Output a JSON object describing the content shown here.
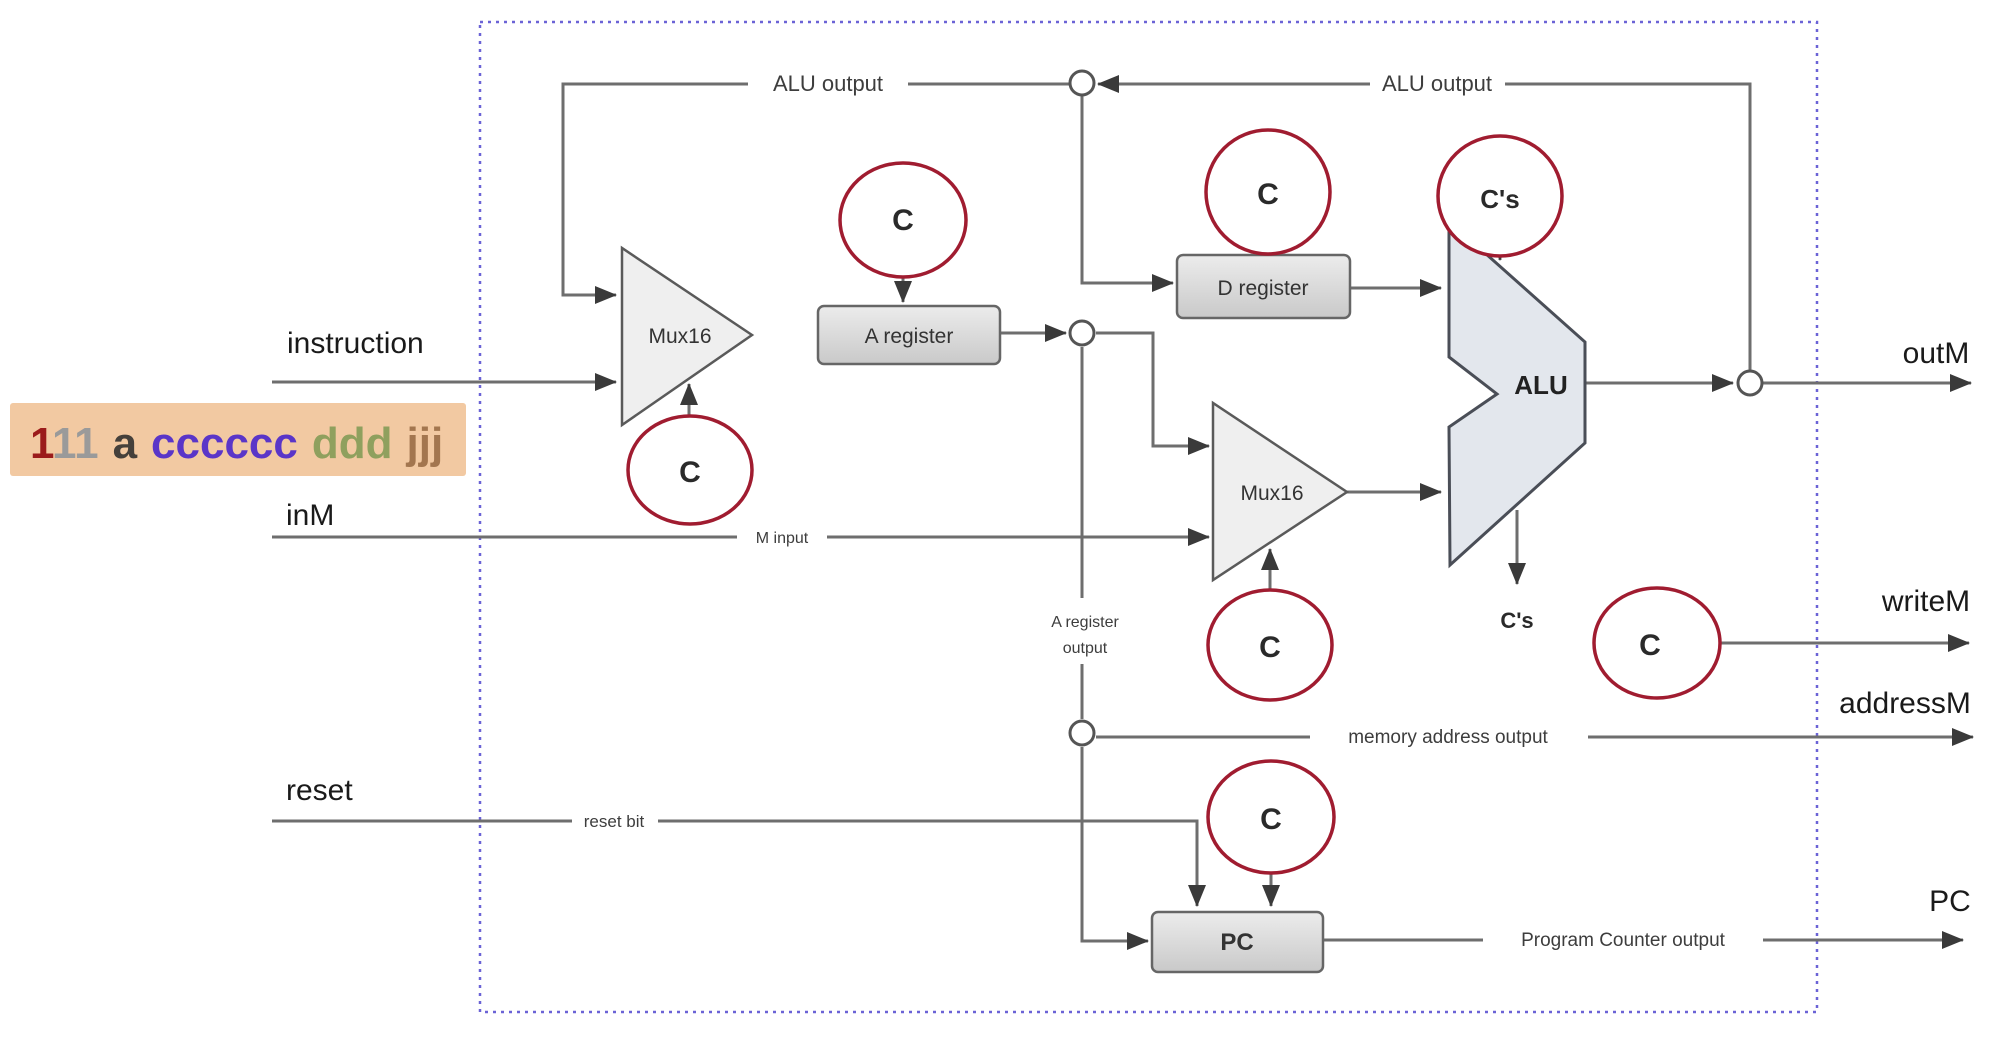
{
  "diagram": {
    "inputs": {
      "instruction": "instruction",
      "inM": "inM",
      "reset": "reset"
    },
    "outputs": {
      "outM": "outM",
      "writeM": "writeM",
      "addressM": "addressM",
      "pc": "PC"
    },
    "components": {
      "mux_left": "Mux16",
      "a_register": "A register",
      "d_register": "D register",
      "mux_right": "Mux16",
      "alu": "ALU",
      "pc": "PC"
    },
    "wire_labels": {
      "alu_output_left": "ALU output",
      "alu_output_right": "ALU output",
      "m_input": "M input",
      "reset_bit": "reset bit",
      "a_register_output_line1": "A register",
      "a_register_output_line2": "output",
      "memory_address_output": "memory address output",
      "program_counter_output": "Program Counter output",
      "alu_flags_out": "C's"
    },
    "control_bits": {
      "mux_left": "C",
      "a_register": "C",
      "d_register": "C",
      "alu": "C's",
      "mux_right": "C",
      "pc": "C",
      "write_m": "C"
    },
    "instruction_bits": {
      "background": "#f2c9a2",
      "segments": [
        {
          "text": "1",
          "color": "#9b1b1b"
        },
        {
          "text": "11",
          "color": "#9a9a9a"
        },
        {
          "text": "a",
          "color": "#45403b"
        },
        {
          "text": "cccccc",
          "color": "#5a35c8"
        },
        {
          "text": "ddd",
          "color": "#8fa05e"
        },
        {
          "text": "jjj",
          "color": "#a3764f"
        }
      ]
    },
    "colors": {
      "wire": "#6e6e6e",
      "control_outline": "#a01c30",
      "boundary": "#6b63d6",
      "shape_fill": "#efefef",
      "alu_fill": "#e3e7ed"
    }
  }
}
